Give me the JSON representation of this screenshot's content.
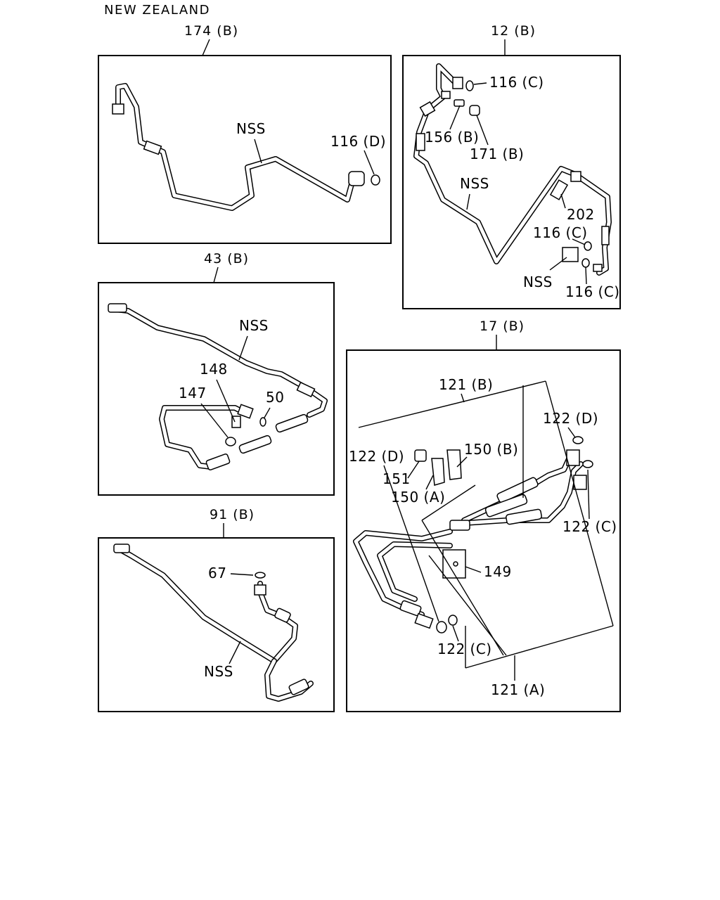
{
  "region": "NEW ZEALAND",
  "diagrams": {
    "d174": {
      "title": "174 (B)",
      "nss": "NSS",
      "p116d": "116 (D)"
    },
    "d12": {
      "title": "12 (B)",
      "p116c_a": "116 (C)",
      "p156b": "156 (B)",
      "p171b": "171 (B)",
      "nss_a": "NSS",
      "p202": "202",
      "p116c_b": "116 (C)",
      "nss_b": "NSS",
      "p116c_c": "116 (C)"
    },
    "d43": {
      "title": "43 (B)",
      "nss": "NSS",
      "p148": "148",
      "p147": "147",
      "p50": "50"
    },
    "d91": {
      "title": "91 (B)",
      "p67": "67",
      "nss": "NSS"
    },
    "d17": {
      "title": "17 (B)",
      "p121b": "121 (B)",
      "p122d_a": "122 (D)",
      "p122d_b": "122 (D)",
      "p150b": "150 (B)",
      "p151": "151",
      "p150a": "150 (A)",
      "p122c_a": "122 (C)",
      "p149": "149",
      "p122c_b": "122 (C)",
      "p121a": "121 (A)"
    }
  }
}
